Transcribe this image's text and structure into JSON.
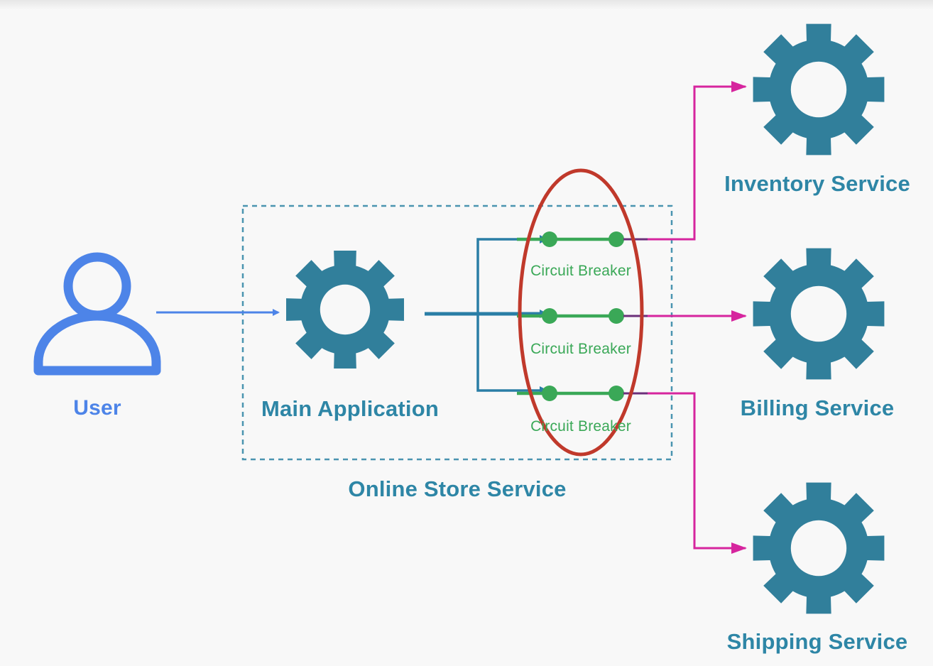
{
  "nodes": {
    "user": {
      "label": "User",
      "icon": "user-icon"
    },
    "main_app": {
      "label": "Main Application",
      "icon": "gear-icon"
    },
    "inventory": {
      "label": "Inventory Service",
      "icon": "gear-icon"
    },
    "billing": {
      "label": "Billing Service",
      "icon": "gear-icon"
    },
    "shipping": {
      "label": "Shipping Service",
      "icon": "gear-icon"
    }
  },
  "group": {
    "label": "Online Store Service"
  },
  "circuit_breakers": [
    {
      "label": "Circuit Breaker"
    },
    {
      "label": "Circuit Breaker"
    },
    {
      "label": "Circuit Breaker"
    }
  ],
  "colors": {
    "gear": "#317f9b",
    "user": "#4d84e8",
    "label": "#2e86a6",
    "breaker": "#3aa857",
    "outbound_arrow": "#d6259e",
    "highlight_ellipse": "#c0392b",
    "group_border": "#4a94b0"
  }
}
